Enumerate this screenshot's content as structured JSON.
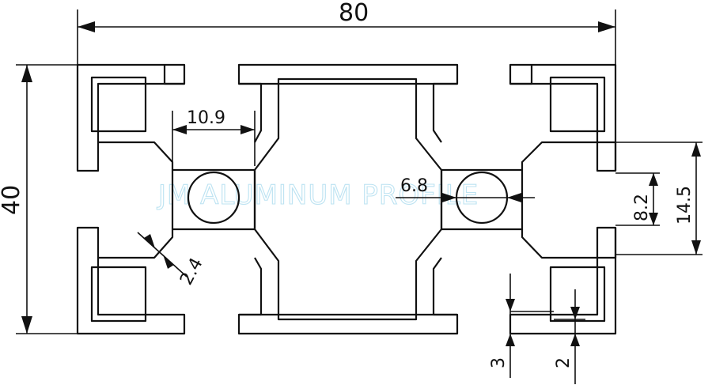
{
  "watermark": "JM ALUMINUM PROFILE",
  "colors": {
    "line": "#111111",
    "watermark": "#bde3f2",
    "background": "#ffffff"
  },
  "dimensions": {
    "width": "80",
    "height": "40",
    "slot_width": "10.9",
    "bore": "6.8",
    "wall": "2.4",
    "slot_opening": "8.2",
    "slot_inner": "14.5",
    "flange": "3",
    "lip": "2"
  }
}
